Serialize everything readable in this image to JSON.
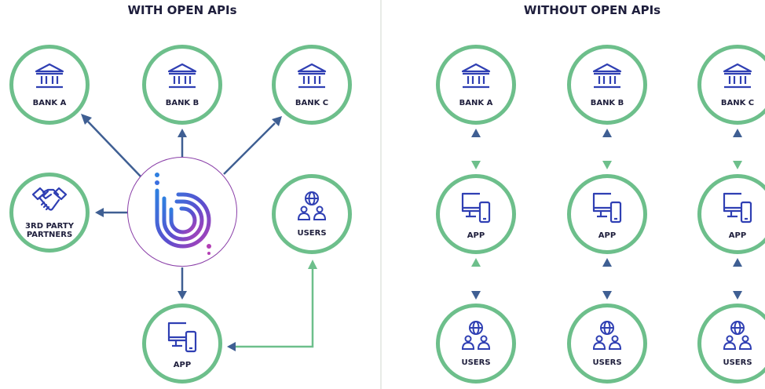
{
  "titles": {
    "left": "WITH OPEN APIs",
    "right": "WITHOUT OPEN APIs"
  },
  "left": {
    "bank_a": "BANK A",
    "bank_b": "BANK B",
    "bank_c": "BANK C",
    "partners": "3RD PARTY\nPARTNERS",
    "users": "USERS",
    "app": "APP",
    "hub_logo": "open-api-platform-logo"
  },
  "right": {
    "banks": [
      "BANK A",
      "BANK B",
      "BANK C"
    ],
    "apps": [
      "APP",
      "APP",
      "APP"
    ],
    "users": [
      "USERS",
      "USERS",
      "USERS"
    ]
  },
  "colors": {
    "circle_border": "#6dbf8b",
    "arrow_dark": "#3f5f93",
    "arrow_green": "#6dbf8b",
    "icon": "#2f3fb3",
    "text": "#1e1e3c",
    "hub_border": "#8a3fa8",
    "divider": "#d0d7cf"
  }
}
